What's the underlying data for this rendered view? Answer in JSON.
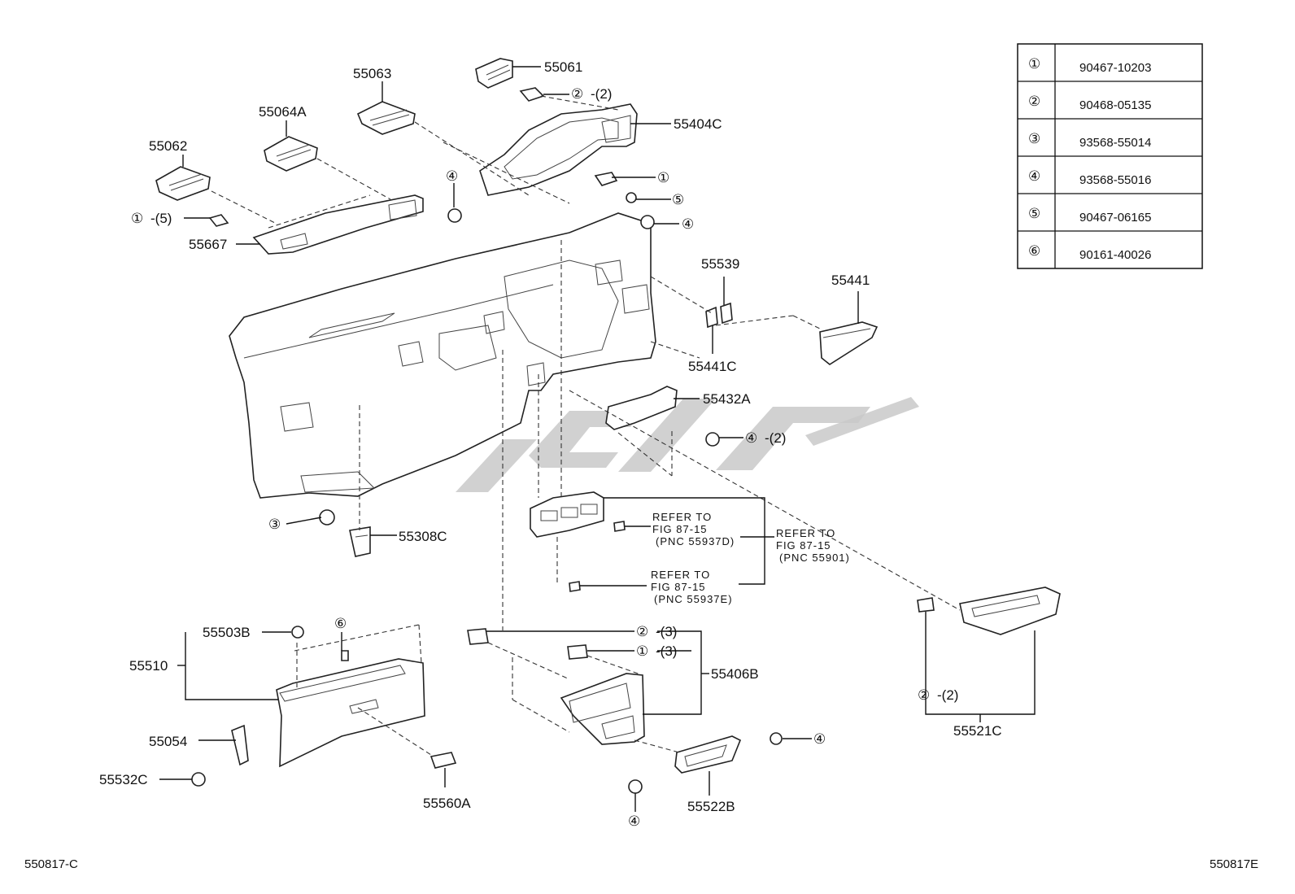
{
  "legend": {
    "rows": [
      {
        "mark": "①",
        "part": "90467-10203"
      },
      {
        "mark": "②",
        "part": "90468-05135"
      },
      {
        "mark": "③",
        "part": "93568-55014"
      },
      {
        "mark": "④",
        "part": "93568-55016"
      },
      {
        "mark": "⑤",
        "part": "90467-06165"
      },
      {
        "mark": "⑥",
        "part": "90161-40026"
      }
    ]
  },
  "labels": {
    "p55061": "55061",
    "p55063": "55063",
    "p55064a": "55064A",
    "p55062": "55062",
    "p55404c": "55404C",
    "p55667": "55667",
    "p55539": "55539",
    "p55441": "55441",
    "p55441c": "55441C",
    "p55432a": "55432A",
    "p55308c": "55308C",
    "p55503b": "55503B",
    "p55510": "55510",
    "p55054": "55054",
    "p55532c": "55532C",
    "p55560a": "55560A",
    "p55406b": "55406B",
    "p55522b": "55522B",
    "p55521c": "55521C"
  },
  "callouts": {
    "c1": "②",
    "c1q": "-(2)",
    "c2": "①",
    "c3": "⑤",
    "c4": "④",
    "c5": "④",
    "c6": "①",
    "c6q": "-(5)",
    "c7": "④",
    "c7q": "-(2)",
    "c8": "③",
    "c9": "⑥",
    "c10": "②",
    "c10q": "-(3)",
    "c11": "①",
    "c11q": "-(3)",
    "c12": "④",
    "c13": "④",
    "c14": "②",
    "c14q": "-(2)"
  },
  "refer": {
    "a1": "REFER TO",
    "a2": "FIG 87-15",
    "a3": "(PNC 55937D)",
    "b1": "REFER TO",
    "b2": "FIG 87-15",
    "b3": "(PNC 55901)",
    "c1": "REFER TO",
    "c2": "FIG 87-15",
    "c3": "(PNC 55937E)"
  },
  "footer": {
    "left": "550817-C",
    "right": "550817E"
  }
}
